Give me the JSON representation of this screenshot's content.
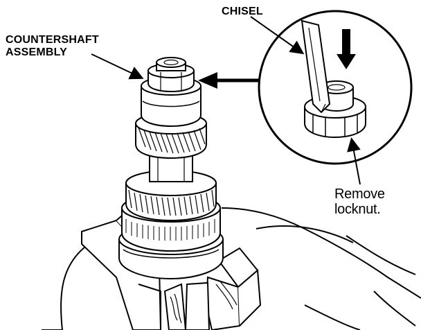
{
  "labels": {
    "countershaft_line1": "COUNTERSHAFT",
    "countershaft_line2": "ASSEMBLY",
    "chisel": "CHISEL",
    "remove_line1": "Remove",
    "remove_line2": "locknut."
  },
  "colors": {
    "ink": "#000000",
    "background": "#ffffff"
  },
  "icons": {
    "main_assembly": "countershaft-gear-stack",
    "detail_view": "chisel-on-locknut-magnified-circle"
  }
}
